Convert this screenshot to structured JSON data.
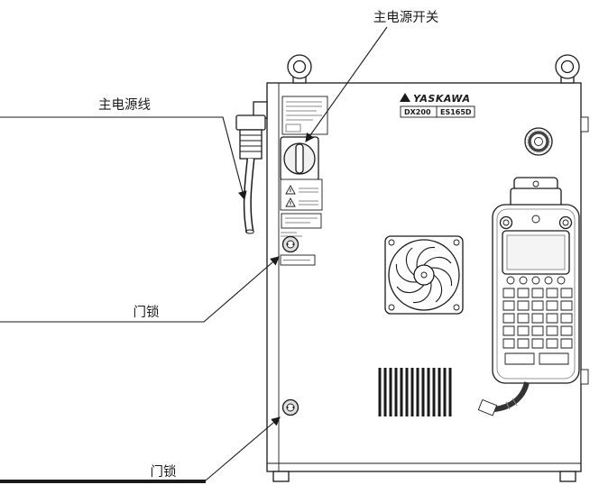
{
  "callouts": {
    "main_power_switch": "主电源开关",
    "main_power_cable": "主电源线",
    "door_lock_top": "门锁",
    "door_lock_bottom": "门锁"
  },
  "cabinet": {
    "brand": "YASKAWA",
    "model": "DX200",
    "type": "ES165D"
  },
  "colors": {
    "ink": "#1a1a1a",
    "background": "#ffffff"
  }
}
